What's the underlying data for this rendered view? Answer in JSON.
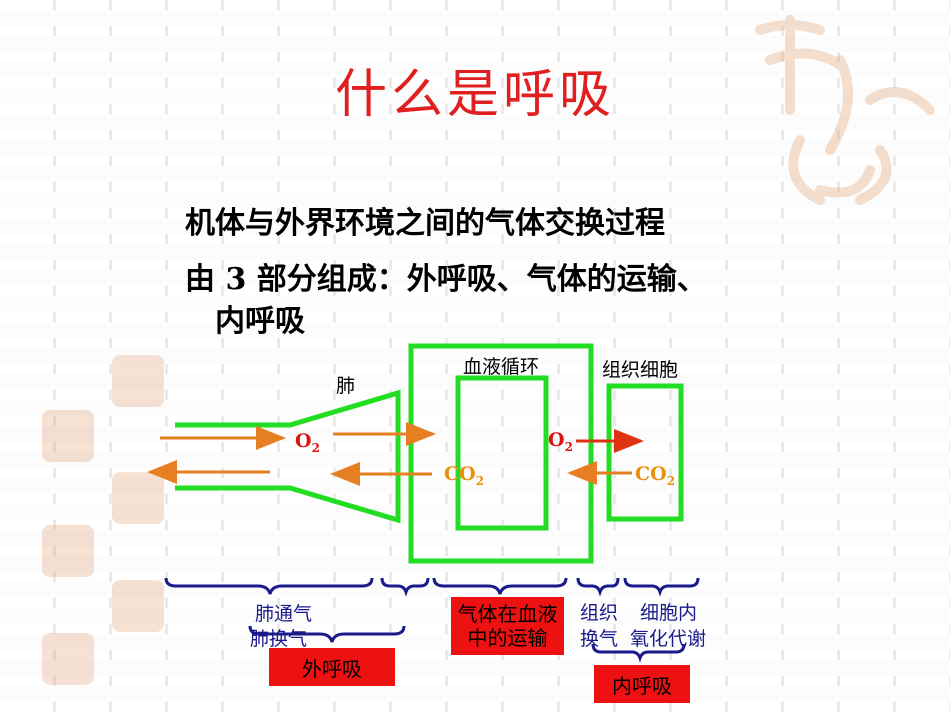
{
  "title": "什么是呼吸",
  "body_lines": [
    "机体与外界环境之间的气体交换过程",
    "由 3 部分组成：外呼吸、气体的运输、",
    "内呼吸"
  ],
  "diagram": {
    "lung_label": "肺",
    "blood_circulation_label": "血液循环",
    "tissue_cell_label": "组织细胞",
    "o2_lung": "O",
    "o2_lung_sub": "2",
    "o2_tissue": "O",
    "o2_tissue_sub": "2",
    "co2_blood": "CO",
    "co2_blood_sub": "2",
    "co2_tissue": "CO",
    "co2_tissue_sub": "2",
    "bracket_labels": {
      "lung_ventilation": "肺通气",
      "lung_exchange": "肺换气",
      "blood_transport_line1": "气体在血液",
      "blood_transport_line2": "中的运输",
      "tissue_exchange_line1": "组织",
      "tissue_exchange_line2": "换气",
      "cell_oxidation_line1": "细胞内",
      "cell_oxidation_line2": "氧化代谢"
    },
    "external_respiration": "外呼吸",
    "internal_respiration": "内呼吸"
  },
  "colors": {
    "title": "#e02020",
    "green": "#22dd22",
    "orange": "#e67e22",
    "red": "#ee1111",
    "blue_text": "#1a1a8c",
    "gas_red": "#dd1111",
    "gas_orange": "#e8900c"
  }
}
